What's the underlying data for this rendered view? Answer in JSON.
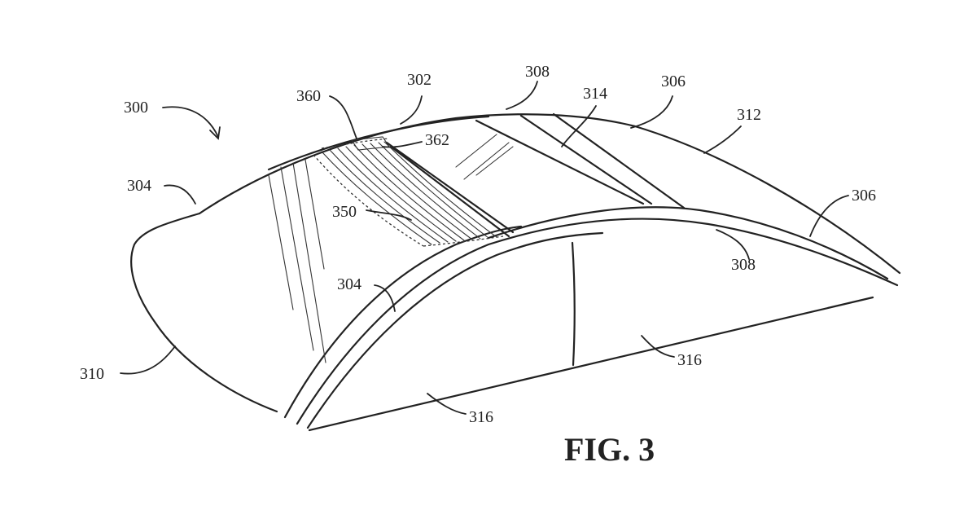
{
  "figure": {
    "caption": "FIG. 3"
  },
  "labels": {
    "r300": "300",
    "r302": "302",
    "r304a": "304",
    "r304b": "304",
    "r306a": "306",
    "r306b": "306",
    "r308a": "308",
    "r308b": "308",
    "r310": "310",
    "r312": "312",
    "r314": "314",
    "r316a": "316",
    "r316b": "316",
    "r350": "350",
    "r360": "360",
    "r362": "362"
  }
}
